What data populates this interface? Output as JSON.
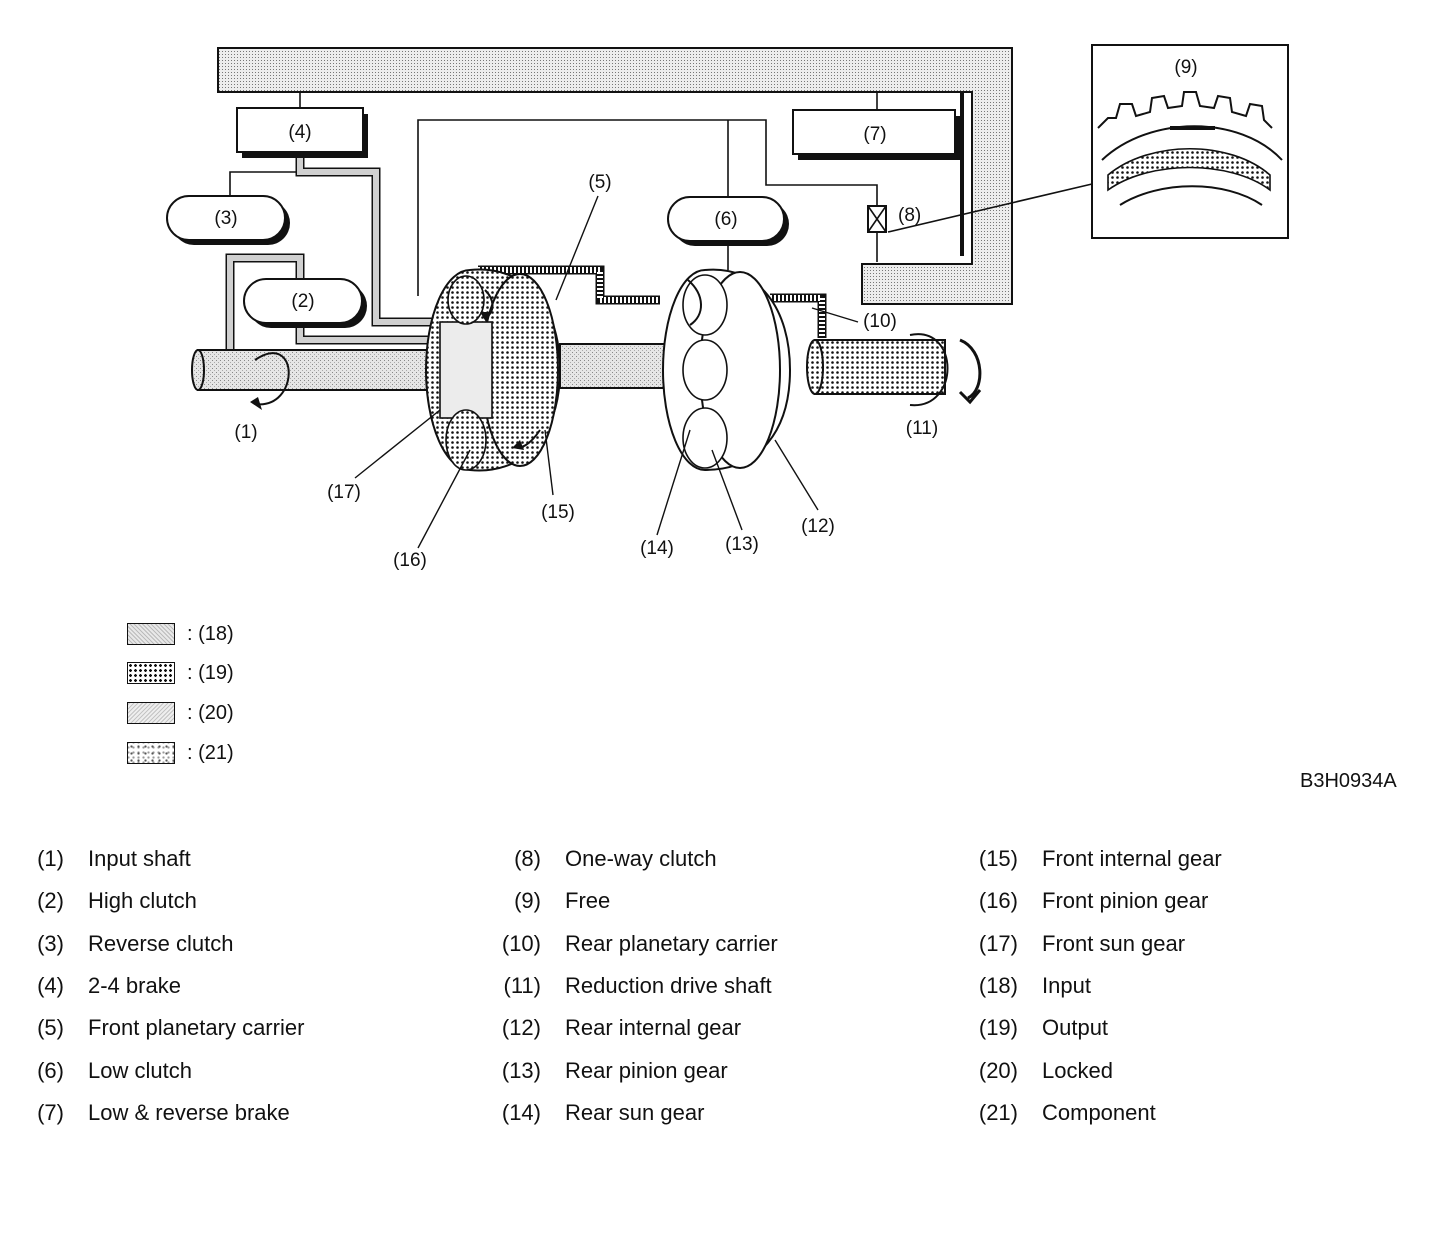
{
  "diagram_labels": {
    "l1": "(1)",
    "l2": "(2)",
    "l3": "(3)",
    "l4": "(4)",
    "l5": "(5)",
    "l6": "(6)",
    "l7": "(7)",
    "l8": "(8)",
    "l9": "(9)",
    "l10": "(10)",
    "l11": "(11)",
    "l12": "(12)",
    "l13": "(13)",
    "l14": "(14)",
    "l15": "(15)",
    "l16": "(16)",
    "l17": "(17)"
  },
  "legend": [
    {
      "pattern": "input",
      "label": ": (18)"
    },
    {
      "pattern": "output",
      "label": ": (19)"
    },
    {
      "pattern": "locked",
      "label": ": (20)"
    },
    {
      "pattern": "component",
      "label": ": (21)"
    }
  ],
  "figure_code": "B3H0934A",
  "parts": [
    [
      {
        "num": "(1)",
        "name": "Input shaft"
      },
      {
        "num": "(2)",
        "name": "High clutch"
      },
      {
        "num": "(3)",
        "name": "Reverse clutch"
      },
      {
        "num": "(4)",
        "name": "2-4 brake"
      },
      {
        "num": "(5)",
        "name": "Front planetary carrier"
      },
      {
        "num": "(6)",
        "name": "Low clutch"
      },
      {
        "num": "(7)",
        "name": "Low & reverse brake"
      }
    ],
    [
      {
        "num": "(8)",
        "name": "One-way clutch"
      },
      {
        "num": "(9)",
        "name": "Free"
      },
      {
        "num": "(10)",
        "name": "Rear planetary carrier"
      },
      {
        "num": "(11)",
        "name": "Reduction drive shaft"
      },
      {
        "num": "(12)",
        "name": "Rear internal gear"
      },
      {
        "num": "(13)",
        "name": "Rear pinion gear"
      },
      {
        "num": "(14)",
        "name": "Rear sun gear"
      }
    ],
    [
      {
        "num": "(15)",
        "name": "Front internal gear"
      },
      {
        "num": "(16)",
        "name": "Front pinion gear"
      },
      {
        "num": "(17)",
        "name": "Front sun gear"
      },
      {
        "num": "(18)",
        "name": "Input"
      },
      {
        "num": "(19)",
        "name": "Output"
      },
      {
        "num": "(20)",
        "name": "Locked"
      },
      {
        "num": "(21)",
        "name": "Component"
      }
    ]
  ]
}
